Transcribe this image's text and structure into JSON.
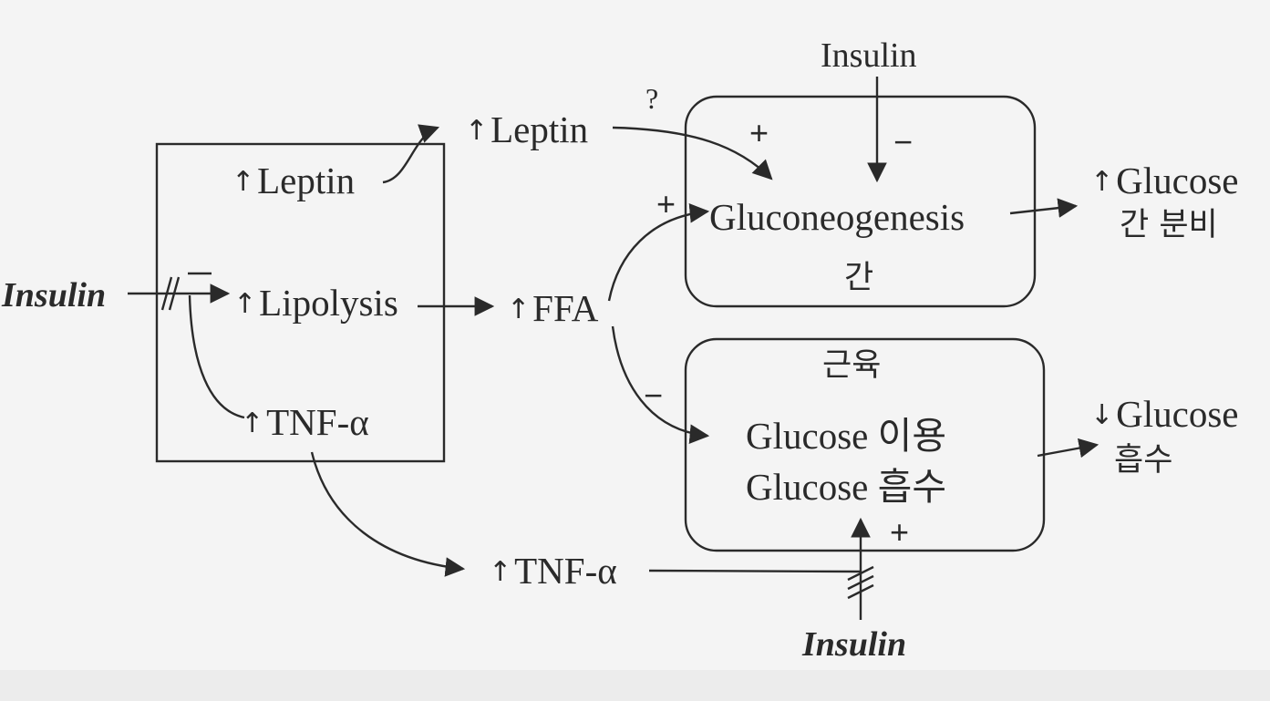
{
  "insulin_left": "Insulin",
  "insulin_top": "Insulin",
  "insulin_bottom": "Insulin",
  "adipose": {
    "leptin": "Leptin",
    "lipolysis": "Lipolysis",
    "tnf": "TNF-α"
  },
  "leptin_out": "Leptin",
  "ffa": "FFA",
  "tnf_out": "TNF-α",
  "question_mark": "?",
  "liver": {
    "process": "Gluconeogenesis",
    "name": "간"
  },
  "muscle": {
    "name": "근육",
    "use": "Glucose 이용",
    "uptake": "Glucose 흡수"
  },
  "outcome_glucose_up": "Glucose",
  "outcome_liver_note": "간 분비",
  "outcome_glucose_down": "Glucose",
  "outcome_muscle_note": "흡수",
  "signs": {
    "plus": "+",
    "minus": "−"
  }
}
